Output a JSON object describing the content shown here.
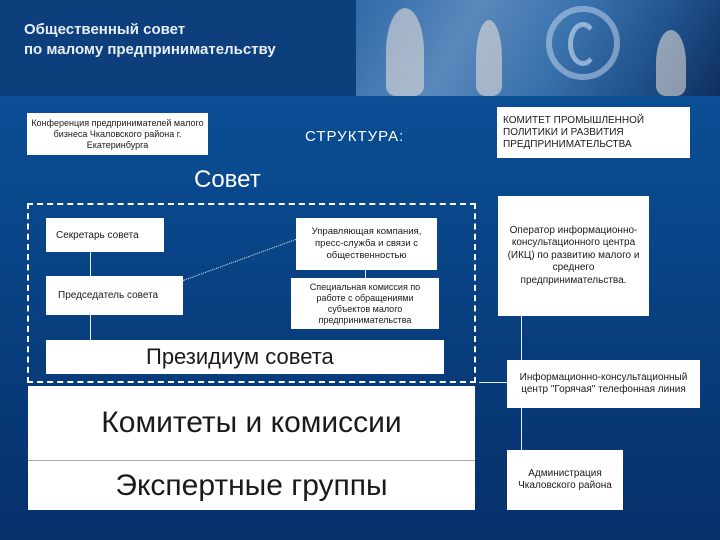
{
  "header": {
    "title_line1": "Общественный совет",
    "title_line2": "по малому предпринимательству"
  },
  "diagram": {
    "conference": "Конференция предпринимателей малого бизнеса Чкаловского района г. Екатеринбурга",
    "structure_label": "СТРУКТУРА:",
    "committee": "КОМИТЕТ ПРОМЫШЛЕННОЙ ПОЛИТИКИ И РАЗВИТИЯ ПРЕДПРИНИМАТЕЛЬСТВА",
    "council_label": "Совет",
    "secretary": "Секретарь совета",
    "management": "Управляющая компания, пресс-служба и связи с общественностью",
    "chairman": "Председатель совета",
    "special_commission": "Специальная комиссия по работе с обращениями субъектов малого предпринимательства",
    "presidium": "Президиум совета",
    "committees": "Комитеты и комиссии",
    "expert_groups": "Экспертные группы",
    "operator": "Оператор информационно-консультационного центра (ИКЦ) по развитию малого и среднего предпринимательства.",
    "info_center": "Информационно-консультационный центр \"Горячая\" телефонная линия",
    "administration": "Администрация Чкаловского района"
  }
}
